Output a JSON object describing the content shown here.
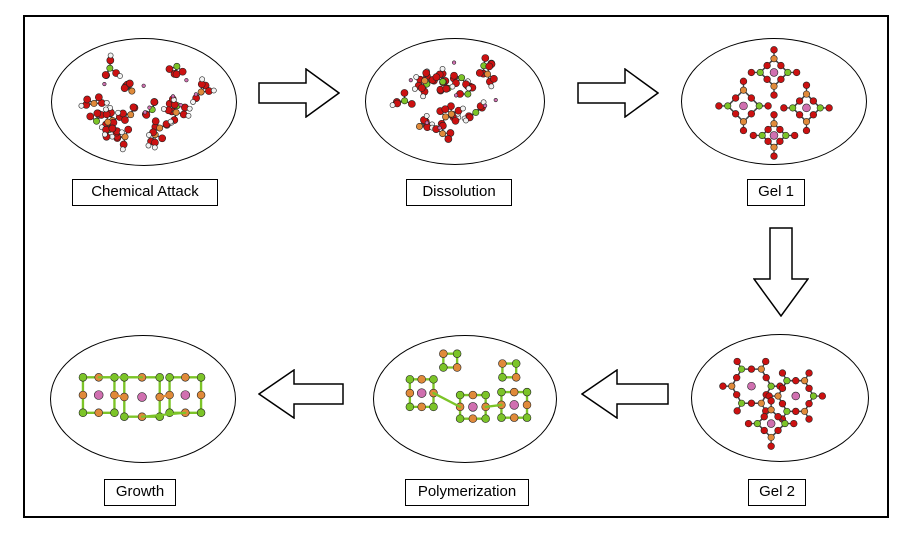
{
  "stages": [
    {
      "id": "chemical-attack",
      "label": "Chemical Attack"
    },
    {
      "id": "dissolution",
      "label": "Dissolution"
    },
    {
      "id": "gel-1",
      "label": "Gel 1"
    },
    {
      "id": "gel-2",
      "label": "Gel 2"
    },
    {
      "id": "polymerization",
      "label": "Polymerization"
    },
    {
      "id": "growth",
      "label": "Growth"
    }
  ],
  "colors": {
    "oxygen": "#cc1111",
    "silicon": "#7cc428",
    "aluminum": "#e08a3a",
    "cation": "#d070b0",
    "hydrogen": "#f2f2f2",
    "outline": "#000000"
  },
  "icons": [
    "arrow-right-icon",
    "arrow-down-icon",
    "arrow-left-icon"
  ]
}
